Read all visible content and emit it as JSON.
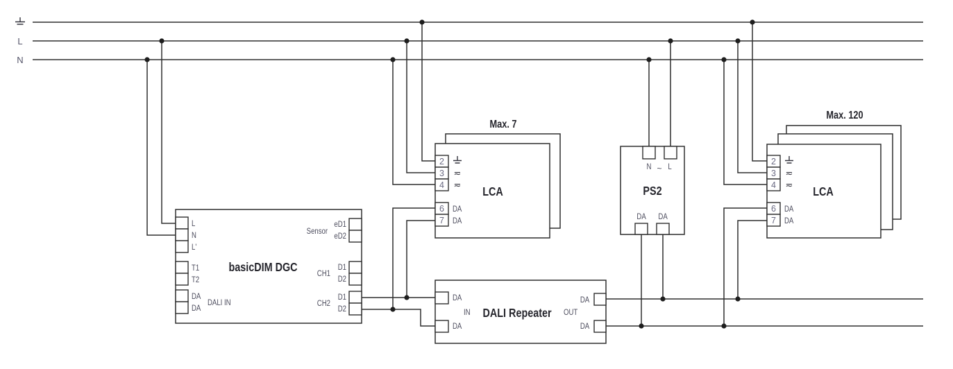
{
  "diagram": {
    "description": "DALI wiring diagram: basicDIM DGC controller, DALI Repeater, PS2 power supply and LCA drivers on mains lines"
  },
  "mains": {
    "ground_icon": "earth-ground-icon",
    "l_label": "L",
    "n_label": "N"
  },
  "basicdim": {
    "title": "basicDIM DGC",
    "left_terminals": [
      "L",
      "N",
      "L'",
      "T1",
      "T2",
      "DA",
      "DA"
    ],
    "dali_in_label": "DALI IN",
    "sensor_label": "Sensor",
    "sensor_terminals": [
      "eD1",
      "eD2"
    ],
    "ch1_label": "CH1",
    "ch1_terminals": [
      "D1",
      "D2"
    ],
    "ch2_label": "CH2",
    "ch2_terminals": [
      "D1",
      "D2"
    ]
  },
  "lca_group_1": {
    "max_label": "Max. 7",
    "title": "LCA",
    "terminal_numbers": [
      "2",
      "3",
      "4",
      "6",
      "7"
    ],
    "symbols": [
      "earth-ground-icon",
      "≂",
      "≂"
    ],
    "da_labels": [
      "DA",
      "DA"
    ]
  },
  "ps2": {
    "title": "PS2",
    "n_label": "N",
    "ac_symbol": "~",
    "l_label": "L",
    "da_labels": [
      "DA",
      "DA"
    ]
  },
  "lca_group_2": {
    "max_label": "Max. 120",
    "title": "LCA",
    "terminal_numbers": [
      "2",
      "3",
      "4",
      "6",
      "7"
    ],
    "symbols": [
      "earth-ground-icon",
      "≂",
      "≂"
    ],
    "da_labels": [
      "DA",
      "DA"
    ]
  },
  "repeater": {
    "title": "DALI Repeater",
    "in_label": "IN",
    "out_label": "OUT",
    "in_terminals": [
      "DA",
      "DA"
    ],
    "out_terminals": [
      "DA",
      "DA"
    ]
  }
}
